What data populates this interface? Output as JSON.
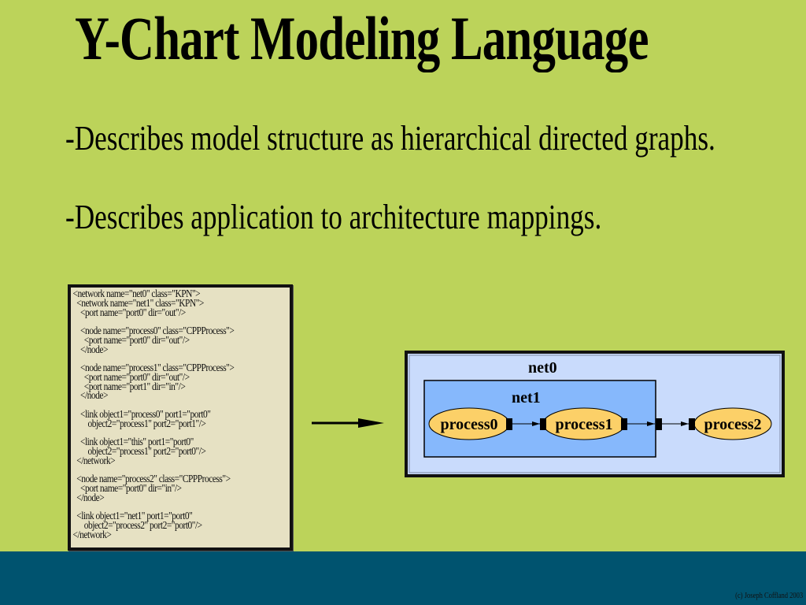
{
  "slide": {
    "title": "Y-Chart Modeling Language",
    "bullets": [
      "-Describes model structure as hierarchical directed graphs.",
      "-Describes application to architecture mappings."
    ],
    "code_lines": [
      "<network name=\"net0\" class=\"KPN\">",
      "  <network name=\"net1\" class=\"KPN\">",
      "    <port name=\"port0\" dir=\"out\"/>",
      "",
      "    <node name=\"process0\" class=\"CPPProcess\">",
      "      <port name=\"port0\" dir=\"out\"/>",
      "    </node>",
      "",
      "    <node name=\"process1\" class=\"CPPProcess\">",
      "      <port name=\"port0\" dir=\"out\"/>",
      "      <port name=\"port1\" dir=\"in\"/>",
      "    </node>",
      "",
      "    <link object1=\"process0\" port1=\"port0\"",
      "        object2=\"process1\" port2=\"port1\"/>",
      "",
      "    <link object1=\"this\" port1=\"port0\"",
      "        object2=\"process1\" port2=\"port0\"/>",
      "  </network>",
      "",
      "  <node name=\"process2\" class=\"CPPProcess\">",
      "    <port name=\"port0\" dir=\"in\"/>",
      "  </node>",
      "",
      "  <link object1=\"net1\" port1=\"port0\"",
      "      object2=\"process2\" port2=\"port0\"/>",
      "</network>"
    ],
    "diagram": {
      "outer_label": "net0",
      "inner_label": "net1",
      "nodes": [
        "process0",
        "process1",
        "process2"
      ],
      "colors": {
        "outer": "#c9dbfc",
        "inner": "#86b8fc",
        "node": "#fcd068"
      }
    },
    "footer": {
      "credit": "(c) Joseph Coffland 2003"
    }
  }
}
